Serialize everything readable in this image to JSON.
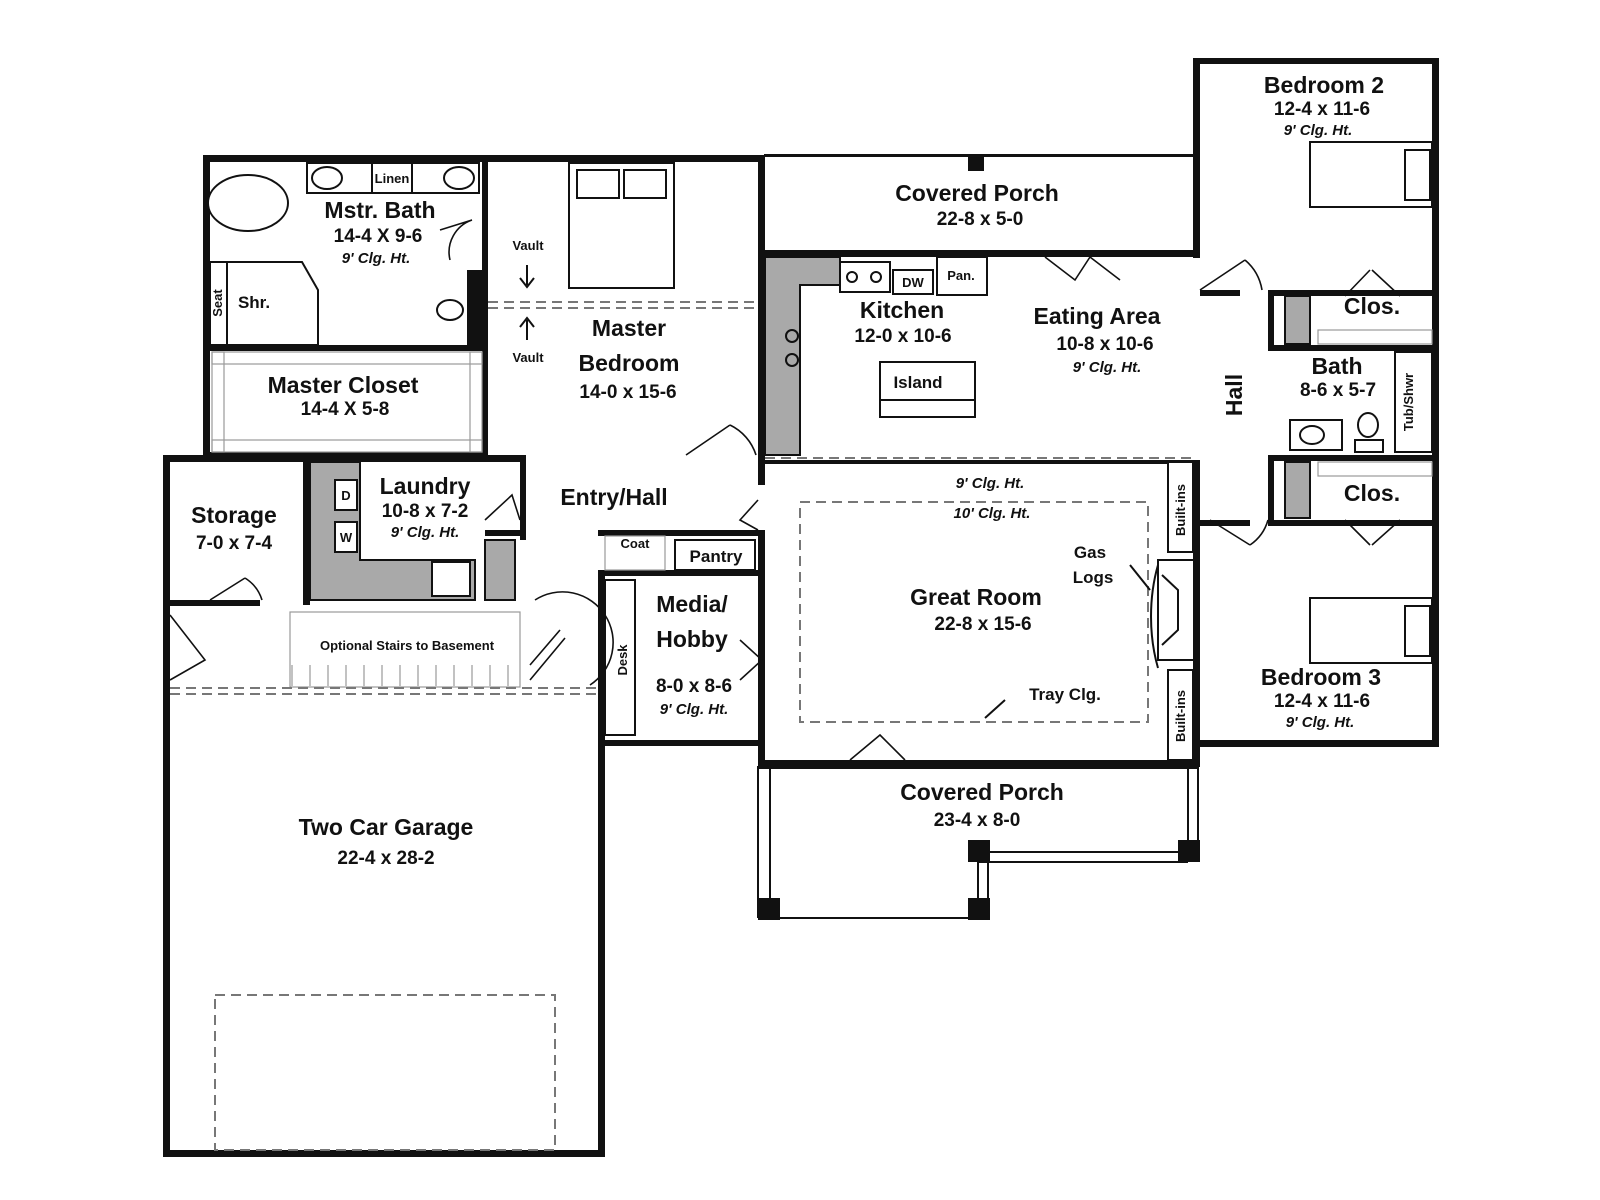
{
  "rooms": {
    "master_bath": {
      "name": "Mstr. Bath",
      "dims": "14-4 X 9-6",
      "ceiling": "9' Clg. Ht."
    },
    "linen": {
      "name": "Linen"
    },
    "shower": {
      "name": "Shr."
    },
    "seat": {
      "name": "Seat"
    },
    "master_closet": {
      "name": "Master Closet",
      "dims": "14-4 X 5-8"
    },
    "master_bedroom": {
      "name_line1": "Master",
      "name_line2": "Bedroom",
      "dims": "14-0 x 15-6",
      "vault_top": "Vault",
      "vault_bottom": "Vault"
    },
    "covered_porch_rear": {
      "name": "Covered Porch",
      "dims": "22-8 x 5-0"
    },
    "kitchen": {
      "name": "Kitchen",
      "dims": "12-0 x 10-6",
      "island": "Island",
      "dw": "DW",
      "pantry_small": "Pan."
    },
    "eating_area": {
      "name": "Eating Area",
      "dims": "10-8 x 10-6",
      "ceiling": "9' Clg. Ht."
    },
    "bedroom2": {
      "name": "Bedroom 2",
      "dims": "12-4 x 11-6",
      "ceiling": "9' Clg. Ht."
    },
    "closet_upper": {
      "name": "Clos."
    },
    "bath": {
      "name": "Bath",
      "dims": "8-6 x 5-7",
      "tub": "Tub/Shwr"
    },
    "hall": {
      "name": "Hall"
    },
    "closet_lower": {
      "name": "Clos."
    },
    "bedroom3": {
      "name": "Bedroom 3",
      "dims": "12-4 x 11-6",
      "ceiling": "9' Clg. Ht."
    },
    "storage": {
      "name": "Storage",
      "dims": "7-0 x 7-4"
    },
    "laundry": {
      "name": "Laundry",
      "dims": "10-8 x 7-2",
      "ceiling": "9' Clg. Ht.",
      "dryer": "D",
      "washer": "W"
    },
    "entry_hall": {
      "name": "Entry/Hall",
      "coat": "Coat",
      "pantry": "Pantry"
    },
    "media_hobby": {
      "name_line1": "Media/",
      "name_line2": "Hobby",
      "dims": "8-0 x 8-6",
      "ceiling": "9' Clg. Ht.",
      "desk": "Desk"
    },
    "great_room": {
      "name": "Great Room",
      "dims": "22-8 x 15-6",
      "ceiling_9": "9' Clg. Ht.",
      "ceiling_10": "10' Clg. Ht.",
      "gas": "Gas",
      "logs": "Logs",
      "tray": "Tray Clg.",
      "builtins_top": "Built-ins",
      "builtins_bottom": "Built-ins"
    },
    "stairs": {
      "name": "Optional Stairs to Basement"
    },
    "garage": {
      "name": "Two Car Garage",
      "dims": "22-4 x 28-2"
    },
    "covered_porch_front": {
      "name": "Covered Porch",
      "dims": "23-4 x 8-0"
    }
  }
}
